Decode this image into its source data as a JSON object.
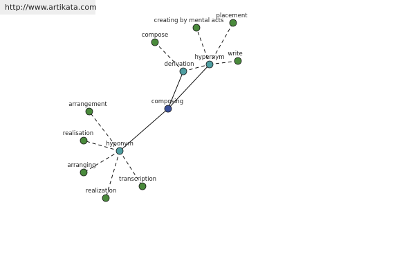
{
  "source_url": "http://www.artikata.com",
  "colors": {
    "center": "#3a4f99",
    "relation": "#4f9ea1",
    "leaf": "#4a8a3c",
    "edge": "#111111",
    "badge_bg": "#eeeeee"
  },
  "nodes": [
    {
      "id": "composing",
      "label": "composing",
      "kind": "center"
    },
    {
      "id": "hypernym",
      "label": "hypernym",
      "kind": "relation"
    },
    {
      "id": "derivation",
      "label": "derivation",
      "kind": "relation"
    },
    {
      "id": "hyponym",
      "label": "hyponym",
      "kind": "relation"
    },
    {
      "id": "compose",
      "label": "compose",
      "kind": "leaf"
    },
    {
      "id": "creating-by-mental-acts",
      "label": "creating by mental acts",
      "kind": "leaf"
    },
    {
      "id": "placement",
      "label": "placement",
      "kind": "leaf"
    },
    {
      "id": "write",
      "label": "write",
      "kind": "leaf"
    },
    {
      "id": "arrangement",
      "label": "arrangement",
      "kind": "leaf"
    },
    {
      "id": "realisation",
      "label": "realisation",
      "kind": "leaf"
    },
    {
      "id": "arranging",
      "label": "arranging",
      "kind": "leaf"
    },
    {
      "id": "realization",
      "label": "realization",
      "kind": "leaf"
    },
    {
      "id": "transcription",
      "label": "transcription",
      "kind": "leaf"
    }
  ],
  "edges": [
    {
      "from": "composing",
      "to": "hypernym",
      "style": "solid"
    },
    {
      "from": "composing",
      "to": "derivation",
      "style": "solid"
    },
    {
      "from": "composing",
      "to": "hyponym",
      "style": "solid"
    },
    {
      "from": "derivation",
      "to": "compose",
      "style": "dashed"
    },
    {
      "from": "derivation",
      "to": "hypernym",
      "style": "dashed"
    },
    {
      "from": "hypernym",
      "to": "creating-by-mental-acts",
      "style": "dashed"
    },
    {
      "from": "hypernym",
      "to": "placement",
      "style": "dashed"
    },
    {
      "from": "hypernym",
      "to": "write",
      "style": "dashed"
    },
    {
      "from": "hyponym",
      "to": "arrangement",
      "style": "dashed"
    },
    {
      "from": "hyponym",
      "to": "realisation",
      "style": "dashed"
    },
    {
      "from": "hyponym",
      "to": "arranging",
      "style": "dashed"
    },
    {
      "from": "hyponym",
      "to": "realization",
      "style": "dashed"
    },
    {
      "from": "hyponym",
      "to": "transcription",
      "style": "dashed"
    }
  ]
}
